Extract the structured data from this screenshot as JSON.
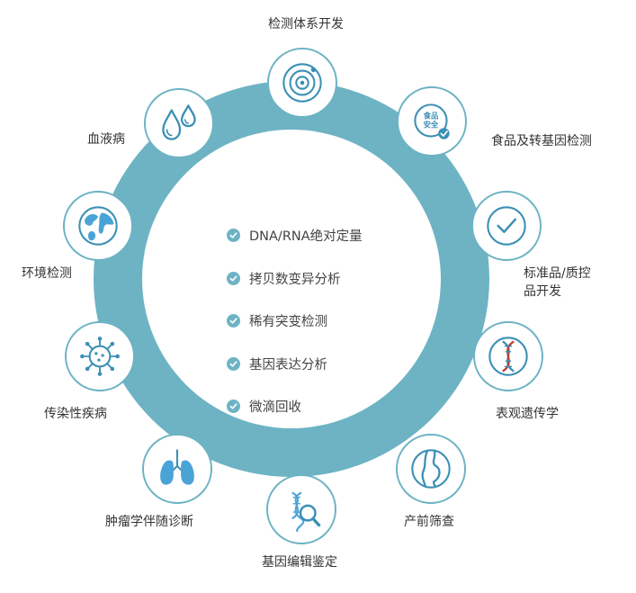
{
  "colors": {
    "ring": "#6db3c4",
    "icon_stroke": "#3b8fb5",
    "icon_fill": "#4aa3d6",
    "text": "#333333"
  },
  "center_list": [
    "DNA/RNA绝对定量",
    "拷贝数变异分析",
    "稀有突变检测",
    "基因表达分析",
    "微滴回收"
  ],
  "nodes": [
    {
      "id": "assay-dev",
      "icon": "target-icon",
      "label": "检测体系开发"
    },
    {
      "id": "food-gmo",
      "icon": "food-safety-badge-icon",
      "label": "食品及转基因检测",
      "badge_text": "食品 安全"
    },
    {
      "id": "standard-qc",
      "icon": "checkmark-icon",
      "label_lines": [
        "标准品/质控",
        "品开发"
      ]
    },
    {
      "id": "epigenetics",
      "icon": "dna-helix-icon",
      "label": "表观遗传学"
    },
    {
      "id": "prenatal",
      "icon": "pregnancy-icon",
      "label": "产前筛查"
    },
    {
      "id": "gene-editing",
      "icon": "dna-magnifier-icon",
      "label": "基因编辑鉴定"
    },
    {
      "id": "oncology",
      "icon": "lungs-icon",
      "label": "肿瘤学伴随诊断"
    },
    {
      "id": "infectious",
      "icon": "virus-icon",
      "label": "传染性疾病"
    },
    {
      "id": "environment",
      "icon": "globe-icon",
      "label": "环境检测"
    },
    {
      "id": "blood",
      "icon": "droplets-icon",
      "label": "血液病"
    }
  ]
}
